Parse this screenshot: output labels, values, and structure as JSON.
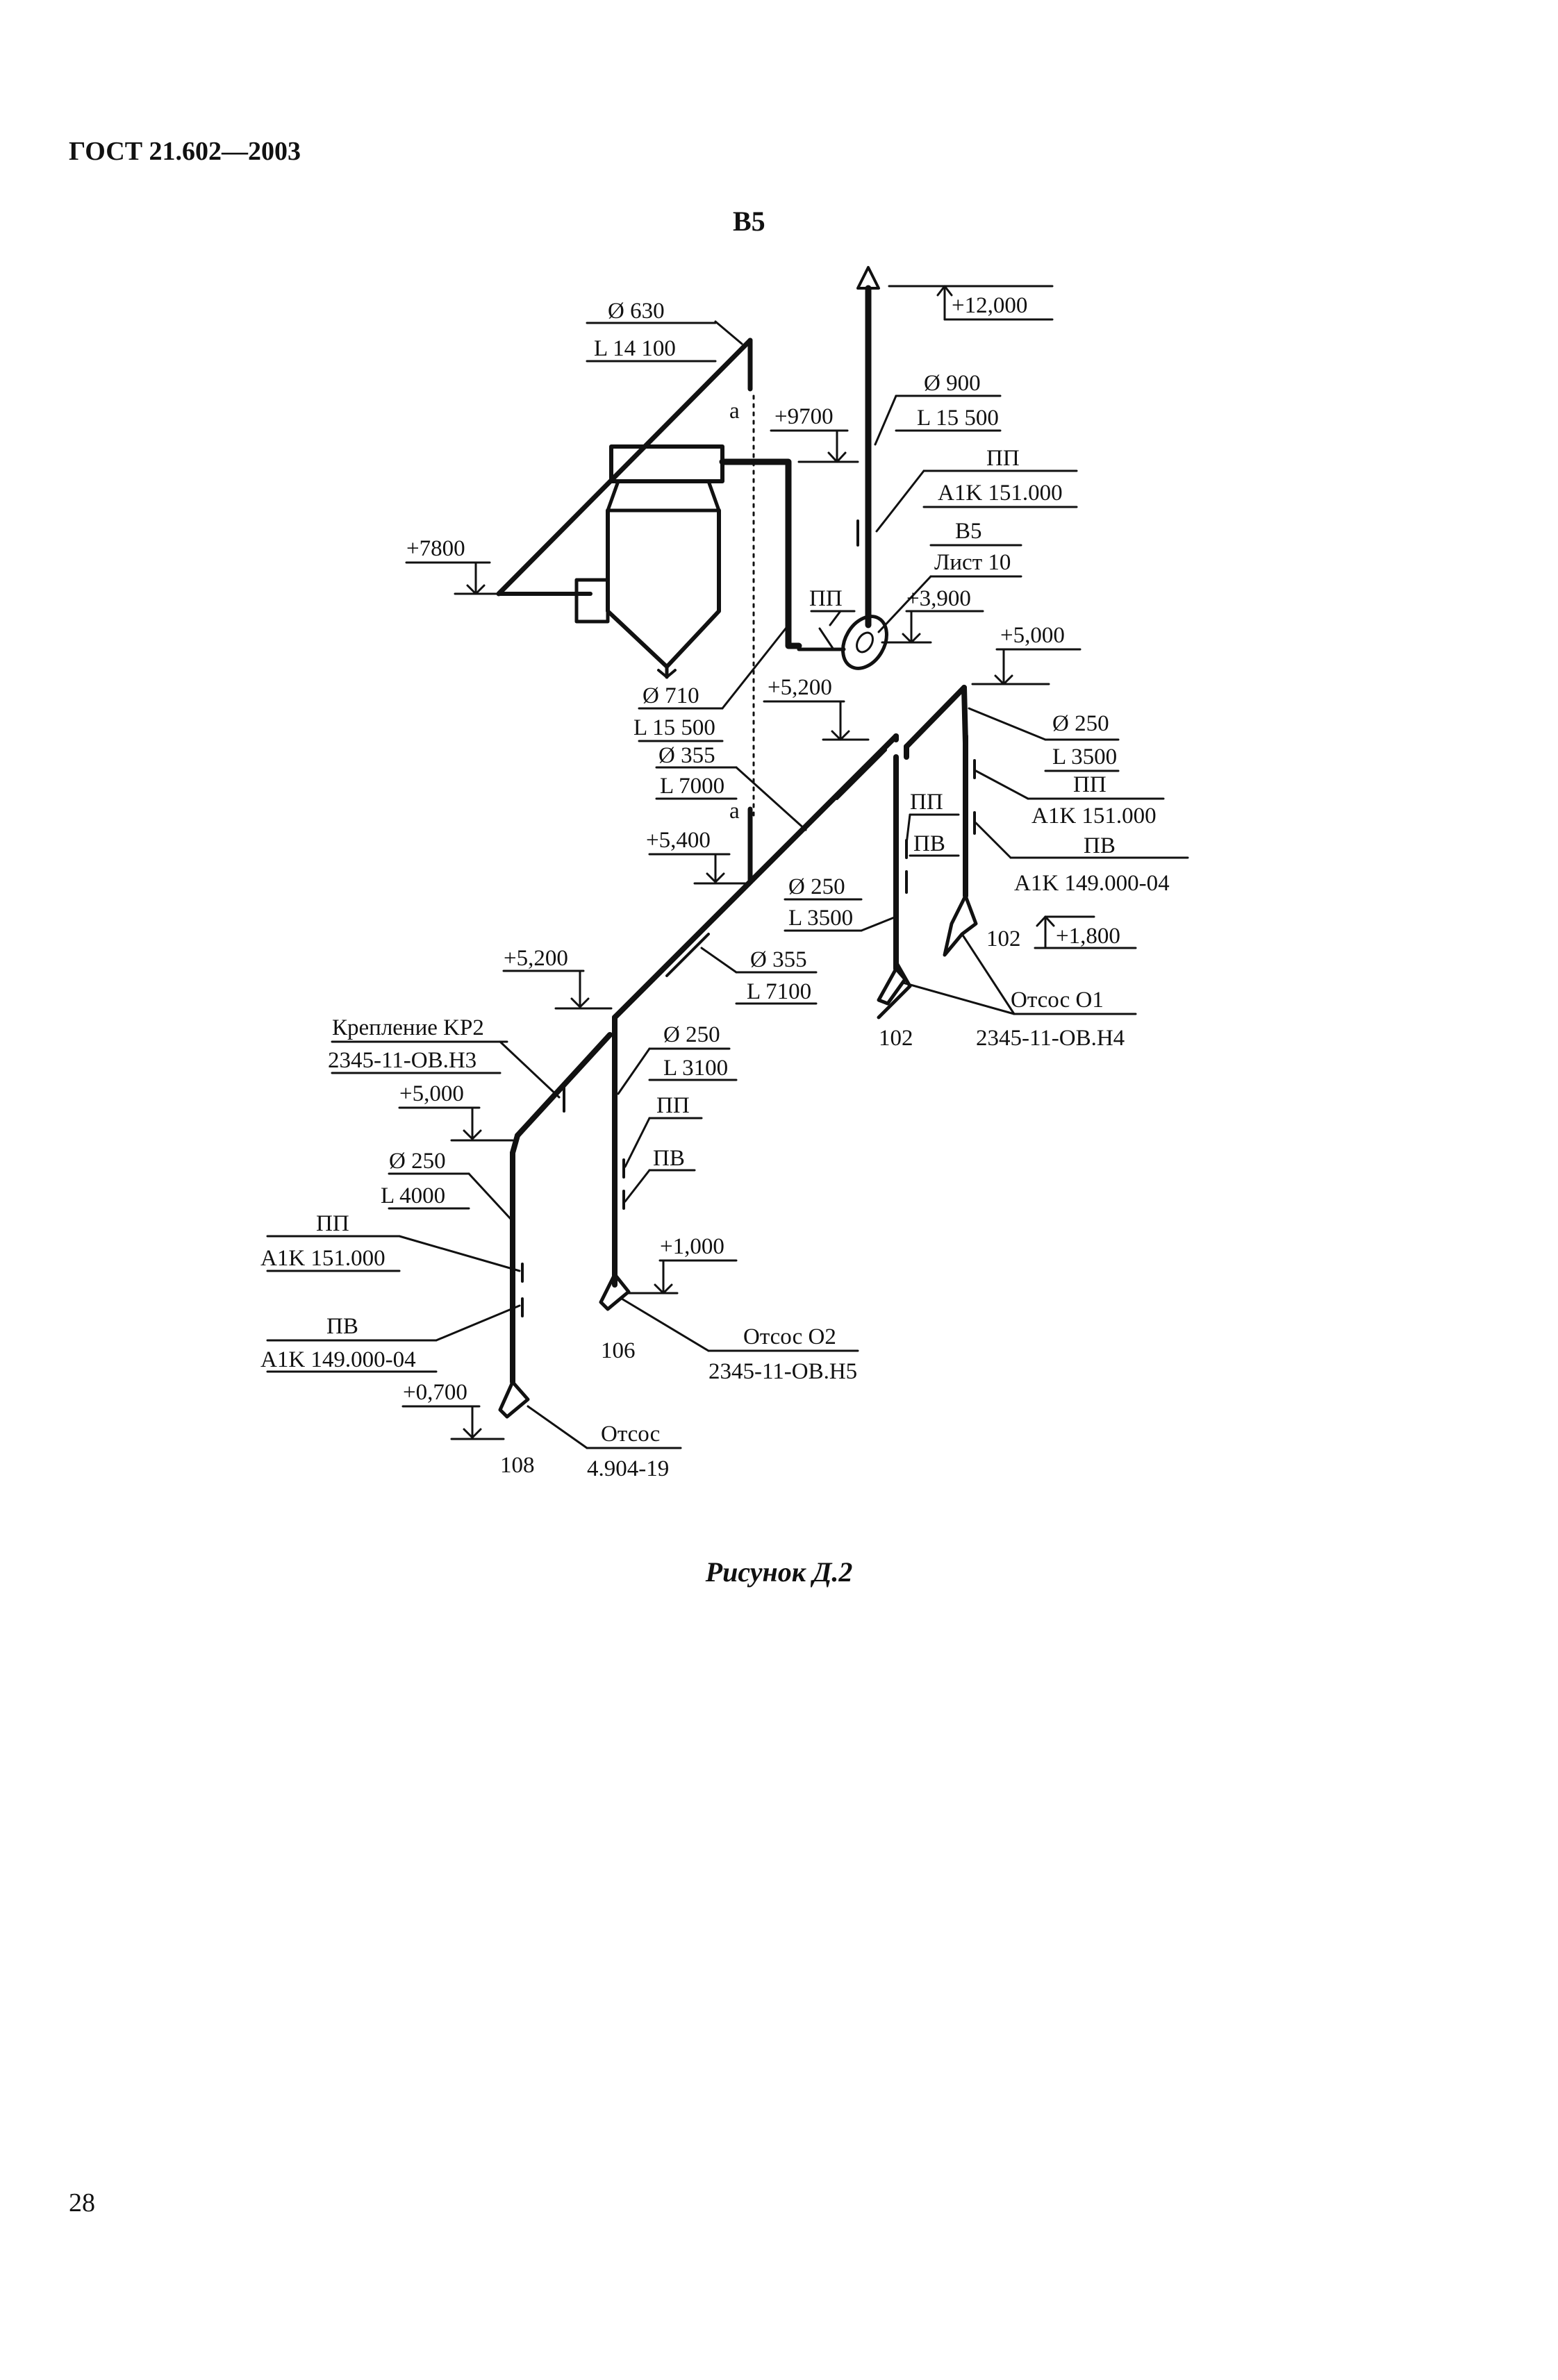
{
  "header": {
    "standard": "ГОСТ 21.602—2003"
  },
  "figure": {
    "title": "B5",
    "caption": "Рисунок Д.2",
    "labels": {
      "d630": "Ø 630",
      "l14100": "L 14 100",
      "mark_a_top": "a",
      "mark_a_bottom": "a",
      "lvl12000": "+12,000",
      "d900": "Ø 900",
      "l15500_top": "L 15 500",
      "lvl9700": "+9700",
      "pp_top": "ПП",
      "a1k151_top": "A1K 151.000",
      "b5_ref": "B5",
      "sheet10": "Лист 10",
      "lvl7800": "+7800",
      "pp_fan": "ПП",
      "lvl3900": "+3,900",
      "lvl5000_right": "+5,000",
      "d710": "Ø 710",
      "l15500_mid": "L 15 500",
      "lvl5200_mid": "+5,200",
      "d250_r": "Ø 250",
      "l3500_r": "L 3500",
      "d355_a": "Ø 355",
      "l7000": "L 7000",
      "pp_r": "ПП",
      "a1k151_r": "A1K 151.000",
      "pv_r": "ПВ",
      "a1k149_r": "A1K 149.000-04",
      "pp_c": "ПП",
      "pv_c": "ПВ",
      "lvl5400": "+5,400",
      "d250_c": "Ø 250",
      "l3500_c": "L 3500",
      "n102_r": "102",
      "lvl1800": "+1,800",
      "lvl5200_left": "+5,200",
      "d355_b": "Ø 355",
      "l7100": "L 7100",
      "otsos_o1": "Отсос O1",
      "n102_c": "102",
      "doc_h4": "2345-11-OB.H4",
      "krep": "Крепление KP2",
      "doc_h3": "2345-11-OB.H3",
      "d250_m": "Ø 250",
      "l3100": "L 3100",
      "pp_m": "ПП",
      "pv_m": "ПВ",
      "lvl5000_left": "+5,000",
      "d250_l": "Ø 250",
      "l4000": "L 4000",
      "pp_l": "ПП",
      "a1k151_l": "A1K 151.000",
      "lvl1000": "+1,000",
      "pv_l": "ПВ",
      "a1k149_l": "A1K 149.000-04",
      "otsos_o2": "Отсос O2",
      "n106": "106",
      "doc_h5": "2345-11-OB.H5",
      "lvl0700": "+0,700",
      "otsos": "Отсос",
      "n108": "108",
      "doc_4904": "4.904-19"
    }
  },
  "page": {
    "number": "28"
  }
}
